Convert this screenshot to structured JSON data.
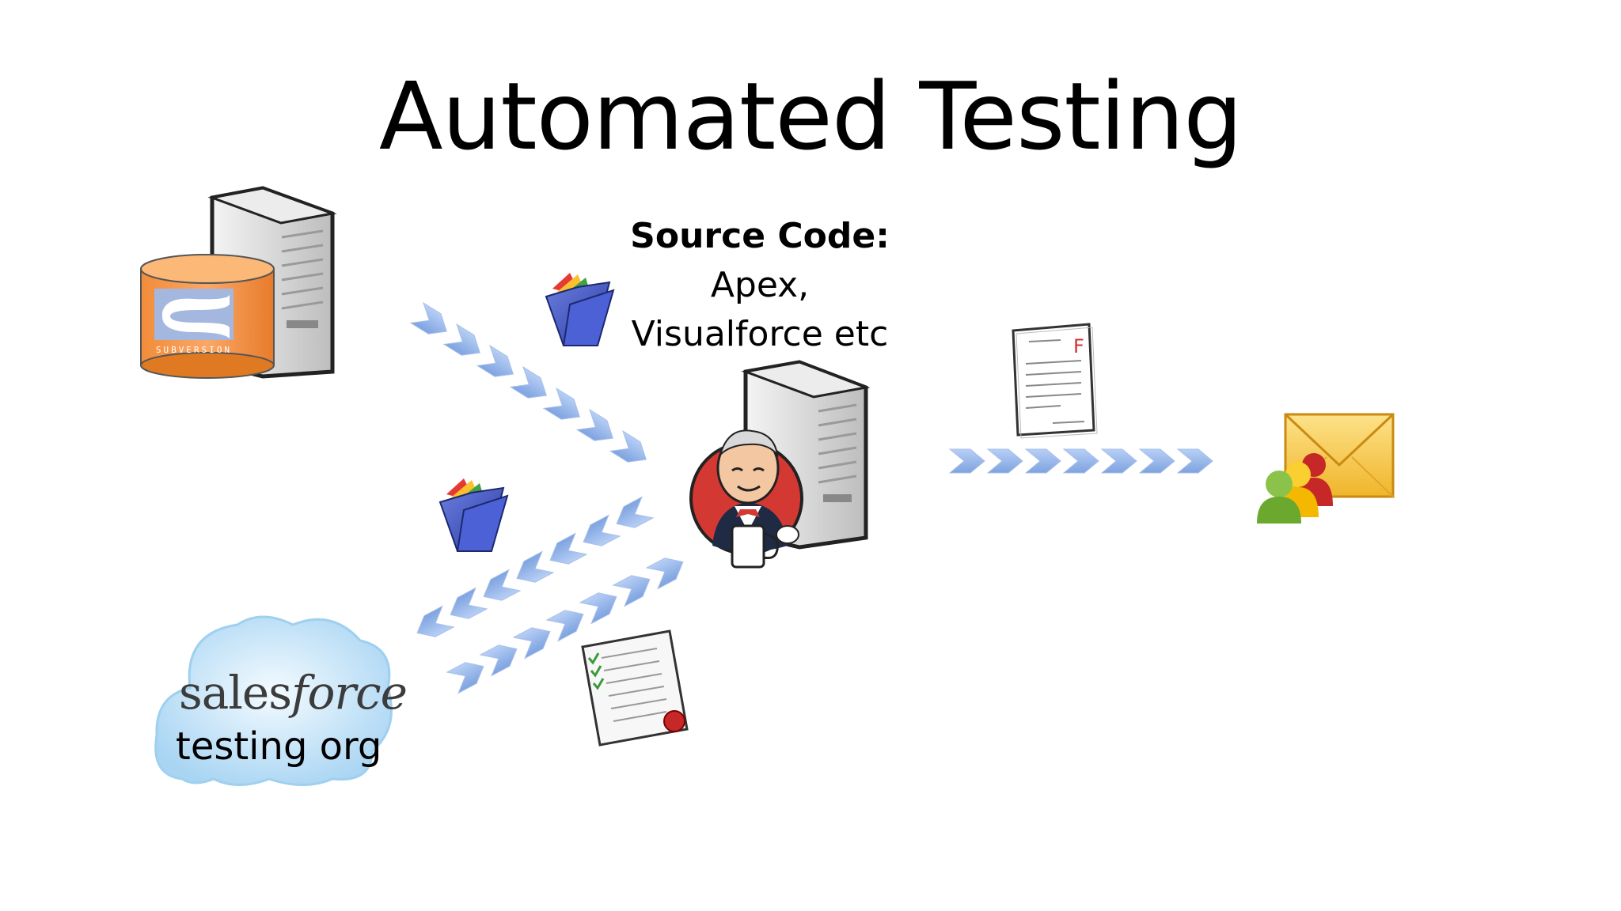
{
  "slide": {
    "title": "Automated Testing",
    "source_heading": "Source Code:",
    "source_line1": "Apex,",
    "source_line2": "Visualforce etc",
    "salesforce_logo_part1": "sales",
    "salesforce_logo_part2": "force",
    "org_label": "testing org",
    "svn_logo_text": "SUBVERSION",
    "report_grade": "F"
  },
  "colors": {
    "arrow_fill": "#8fb2e8",
    "server_gray": "#d8d8d8",
    "svn_orange": "#f79646",
    "envelope_yellow": "#f5c242",
    "jenkins_red": "#d33833",
    "cloud_blue": "#bfe0f7"
  },
  "icons": [
    "server-icon",
    "subversion-database-icon",
    "folder-icon",
    "jenkins-butler-icon",
    "test-report-icon",
    "checklist-icon",
    "email-envelope-icon",
    "users-icon",
    "salesforce-cloud-icon",
    "chevron-arrow-icon"
  ]
}
